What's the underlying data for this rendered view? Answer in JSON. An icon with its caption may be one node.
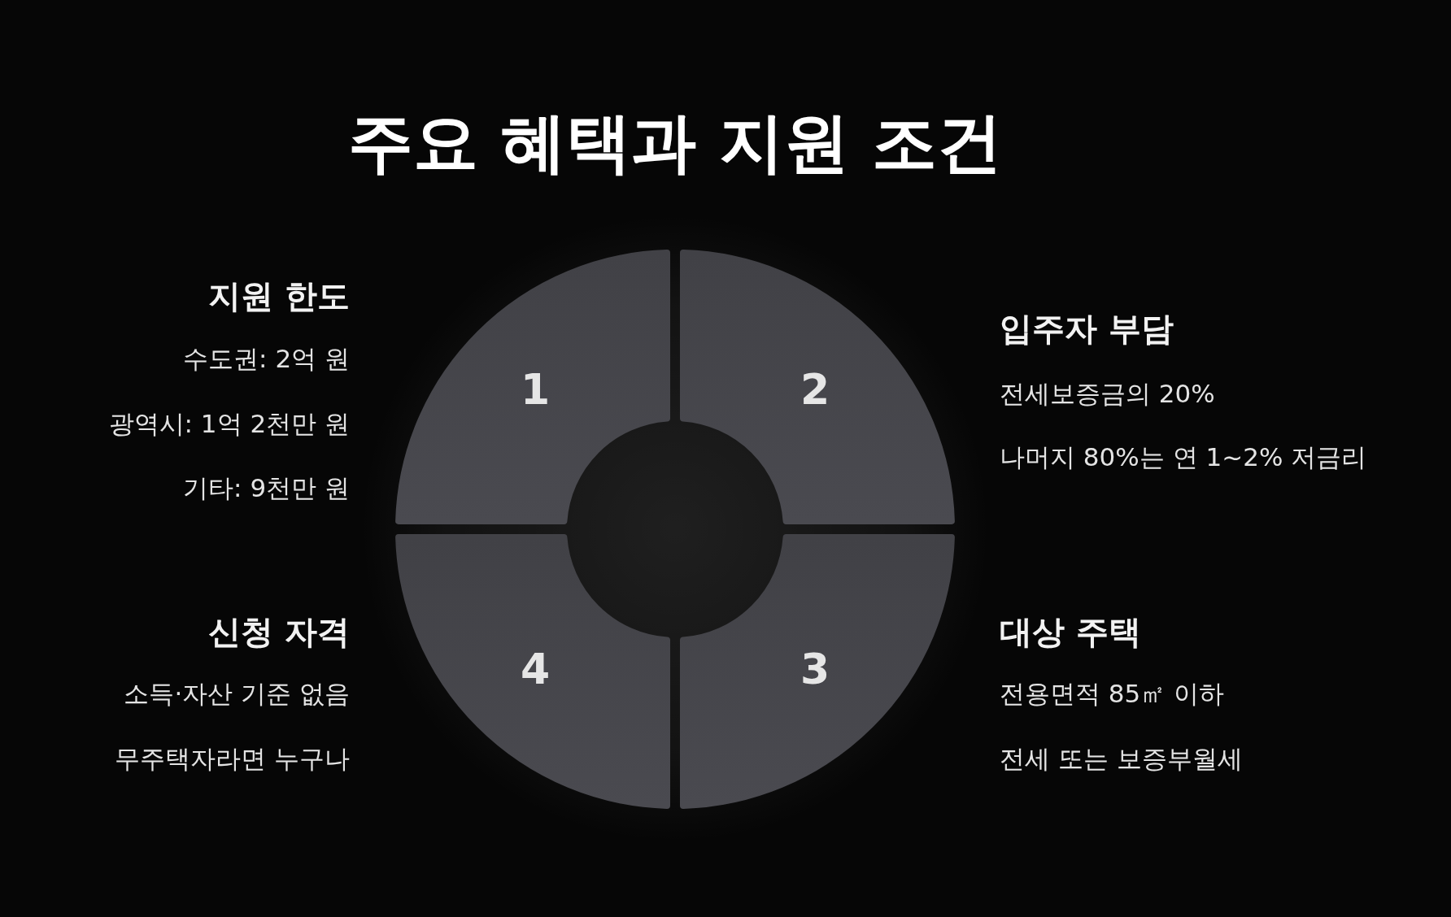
{
  "diagram": {
    "title": "주요 혜택과 지원 조건",
    "nodes": [
      {
        "text": [
          "1"
        ],
        "beside": [
          "지원 한도",
          "수도권: 2억 원",
          "광역시: 1억 2천만 원",
          "기타: 9천만 원"
        ]
      },
      {
        "text": [
          "2"
        ],
        "beside": [
          "입주자 부담",
          "전세보증금의 20%",
          "나머지 80%는 연 1~2% 저금리"
        ]
      },
      {
        "text": [
          "3"
        ],
        "beside": [
          "대상 주택",
          "전용면적 85㎡ 이하",
          "전세 또는 보증부월세"
        ]
      },
      {
        "text": [
          "4"
        ],
        "beside": [
          "신청 자격",
          "소득·자산 기준 없음",
          "무주택자라면 누구나"
        ]
      }
    ]
  }
}
